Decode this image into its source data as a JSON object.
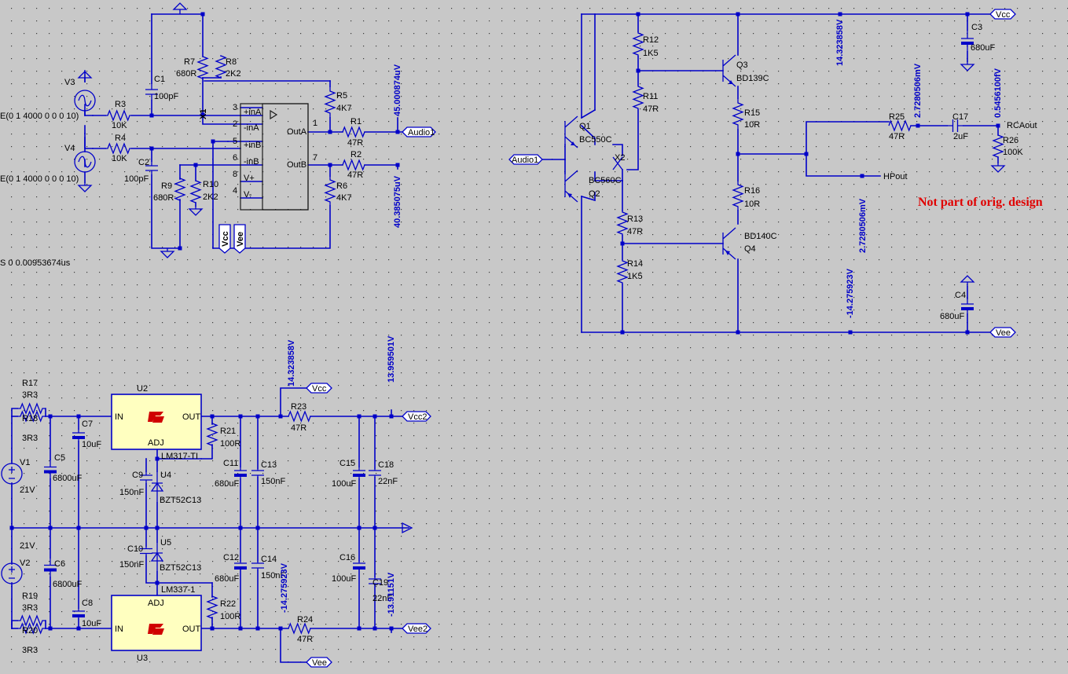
{
  "note": "Not part of orig. design",
  "sim_time": "S 0 0.00953674us",
  "sources": {
    "V3": {
      "name": "V3",
      "spec": "E(0 1 4000 0 0 0 10)"
    },
    "V4": {
      "name": "V4",
      "spec": "E(0 1 4000 0 0 0 10)"
    },
    "V1": {
      "name": "V1",
      "value": "21V"
    },
    "V2": {
      "name": "V2",
      "value": "21V"
    }
  },
  "opamp": {
    "name": "X1",
    "pins": [
      "+inA",
      "-inA",
      "+inB",
      "-inB",
      "V+",
      "V-",
      "OutA",
      "OutB"
    ],
    "pin_numbers": [
      "3",
      "2",
      "5",
      "6",
      "8",
      "4",
      "1",
      "7"
    ]
  },
  "parts": {
    "R1": {
      "name": "R1",
      "value": "47R"
    },
    "R2": {
      "name": "R2",
      "value": "47R"
    },
    "R3": {
      "name": "R3",
      "value": "10K"
    },
    "R4": {
      "name": "R4",
      "value": "10K"
    },
    "R5": {
      "name": "R5",
      "value": "4K7"
    },
    "R6": {
      "name": "R6",
      "value": "4K7"
    },
    "R7": {
      "name": "R7",
      "value": "680R"
    },
    "R8": {
      "name": "R8",
      "value": "2K2"
    },
    "R9": {
      "name": "R9",
      "value": "680R"
    },
    "R10": {
      "name": "R10",
      "value": "2K2"
    },
    "C1": {
      "name": "C1",
      "value": "100pF"
    },
    "C2": {
      "name": "C2",
      "value": "100pF"
    },
    "R11": {
      "name": "R11",
      "value": "47R"
    },
    "R12": {
      "name": "R12",
      "value": "1K5"
    },
    "R13": {
      "name": "R13",
      "value": "47R"
    },
    "R14": {
      "name": "R14",
      "value": "1K5"
    },
    "R15": {
      "name": "R15",
      "value": "10R"
    },
    "R16": {
      "name": "R16",
      "value": "10R"
    },
    "R25": {
      "name": "R25",
      "value": "47R"
    },
    "R26": {
      "name": "R26",
      "value": "100K"
    },
    "C3": {
      "name": "C3",
      "value": "680uF"
    },
    "C4": {
      "name": "C4",
      "value": "680uF"
    },
    "C17": {
      "name": "C17",
      "value": "2uF"
    },
    "Q1": {
      "name": "Q1",
      "value": "BC550C"
    },
    "Q2": {
      "name": "Q2",
      "value": "BC560C"
    },
    "Q3": {
      "name": "Q3",
      "value": "BD139C"
    },
    "Q4": {
      "name": "Q4",
      "value": "BD140C"
    },
    "X2": {
      "name": "X2"
    },
    "R17": {
      "name": "R17",
      "value": "3R3"
    },
    "R18": {
      "name": "R18",
      "value": "3R3"
    },
    "R19": {
      "name": "R19",
      "value": "3R3"
    },
    "R20": {
      "name": "R20",
      "value": "3R3"
    },
    "R21": {
      "name": "R21",
      "value": "100R"
    },
    "R22": {
      "name": "R22",
      "value": "100R"
    },
    "R23": {
      "name": "R23",
      "value": "47R"
    },
    "R24": {
      "name": "R24",
      "value": "47R"
    },
    "C5": {
      "name": "C5",
      "value": "6800uF"
    },
    "C6": {
      "name": "C6",
      "value": "6800uF"
    },
    "C7": {
      "name": "C7",
      "value": "10uF"
    },
    "C8": {
      "name": "C8",
      "value": "10uF"
    },
    "C9": {
      "name": "C9",
      "value": "150nF"
    },
    "C10": {
      "name": "C10",
      "value": "150nF"
    },
    "C11": {
      "name": "C11",
      "value": "680uF"
    },
    "C12": {
      "name": "C12",
      "value": "680uF"
    },
    "C13": {
      "name": "C13",
      "value": "150nF"
    },
    "C14": {
      "name": "C14",
      "value": "150nF"
    },
    "C15": {
      "name": "C15",
      "value": "100uF"
    },
    "C16": {
      "name": "C16",
      "value": "100uF"
    },
    "C18": {
      "name": "C18",
      "value": "22nF"
    },
    "C19": {
      "name": "C19",
      "value": "22nF"
    },
    "U2": {
      "name": "U2",
      "value": "LM317-TI"
    },
    "U3": {
      "name": "U3",
      "value": "LM337-1"
    },
    "U4": {
      "name": "U4",
      "value": "BZT52C13"
    },
    "U5": {
      "name": "U5",
      "value": "BZT52C13"
    }
  },
  "reg_pins": {
    "in": "IN",
    "out": "OUT",
    "adj": "ADJ"
  },
  "nets": {
    "Audio1": "Audio1",
    "Vcc": "Vcc",
    "Vee": "Vee",
    "Vcc2": "Vcc2",
    "Vee2": "Vee2",
    "RCAout": "RCAout",
    "HPout": "HPout"
  },
  "probes": {
    "p_outA": "45.000874uV",
    "p_outB": "40.385075uV",
    "p_vcc": "14.323858V",
    "p_r25": "2.7280506mV",
    "p_rca": "0.5456100fV",
    "p_hp": "2.7280506mV",
    "p_vee": "-14.275923V",
    "p_vcc_ps": "14.323858V",
    "p_vcc2": "13.959501V",
    "p_vee_ps": "-14.275923V",
    "p_vee2": "-13.91151V"
  }
}
